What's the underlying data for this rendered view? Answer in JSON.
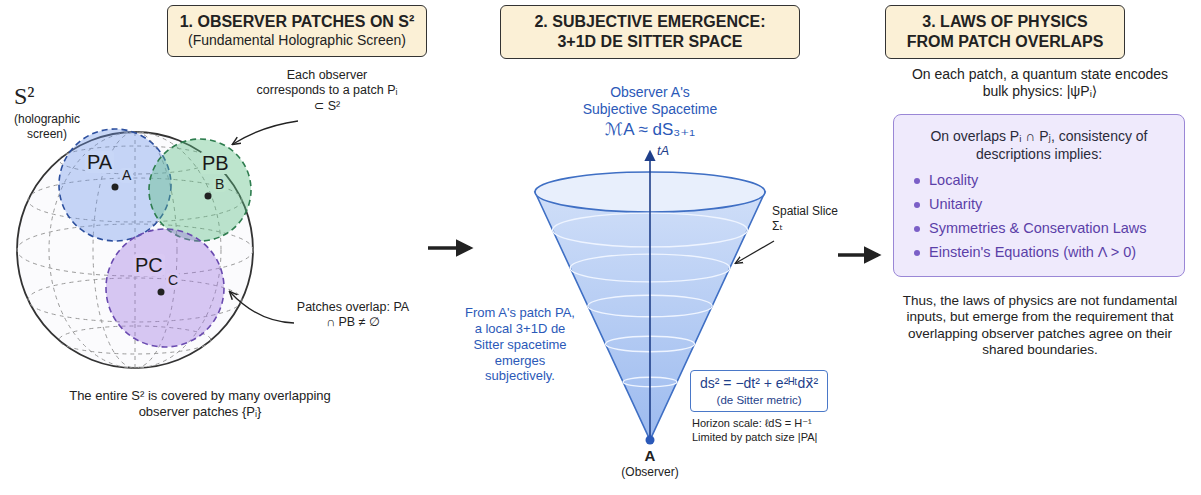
{
  "diagram": {
    "nodes": [
      {
        "text": [
          "1. OBSERVER PATCHES ON S²",
          "(Fundamental Holographic Screen)"
        ]
      },
      {
        "text": [
          "2. SUBJECTIVE EMERGENCE: 3+1D DE SITTER SPACE"
        ]
      },
      {
        "text": [
          "3. LAWS OF PHYSICS FROM PATCH OVERLAPS"
        ]
      },
      {
        "text": [
          "PA",
          "A"
        ]
      },
      {
        "text": [
          "PB",
          "B"
        ]
      },
      {
        "text": [
          "PC",
          "C"
        ]
      },
      {
        "text": [
          "ds² = −dt² + e²ᴴᵗdx⃗²",
          "(de Sitter metric)"
        ]
      },
      {
        "text": [
          "On overlaps Pᵢ ∩ Pⱼ, consistency of descriptions implies:",
          "Locality",
          "Unitarity",
          "Symmetries & Conservation Laws",
          "Einstein's Equations (with Λ > 0)"
        ]
      }
    ],
    "labels": [
      "S²",
      "(holographic screen)",
      "Each observer corresponds to a patch Pᵢ ⊂ S²",
      "Patches overlap: PA ∩ PB ≠ ∅",
      "The entire S² is covered by many overlapping observer patches {Pᵢ}",
      "Observer A's Subjective Spacetime",
      "ℳA ≈ dS₃₊₁",
      "tA",
      "Spatial Slice Σₜ",
      "From A's patch PA, a local 3+1D de Sitter spacetime emerges subjectively.",
      "Horizon scale: ℓdS = H⁻¹",
      "Limited by patch size |PA|",
      "A",
      "(Observer)",
      "On each patch, a quantum state encodes bulk physics: |ψPᵢ⟩",
      "Thus, the laws of physics are not fundamental inputs, but emerge from the requirement that overlapping observer patches agree on their shared boundaries."
    ]
  }
}
